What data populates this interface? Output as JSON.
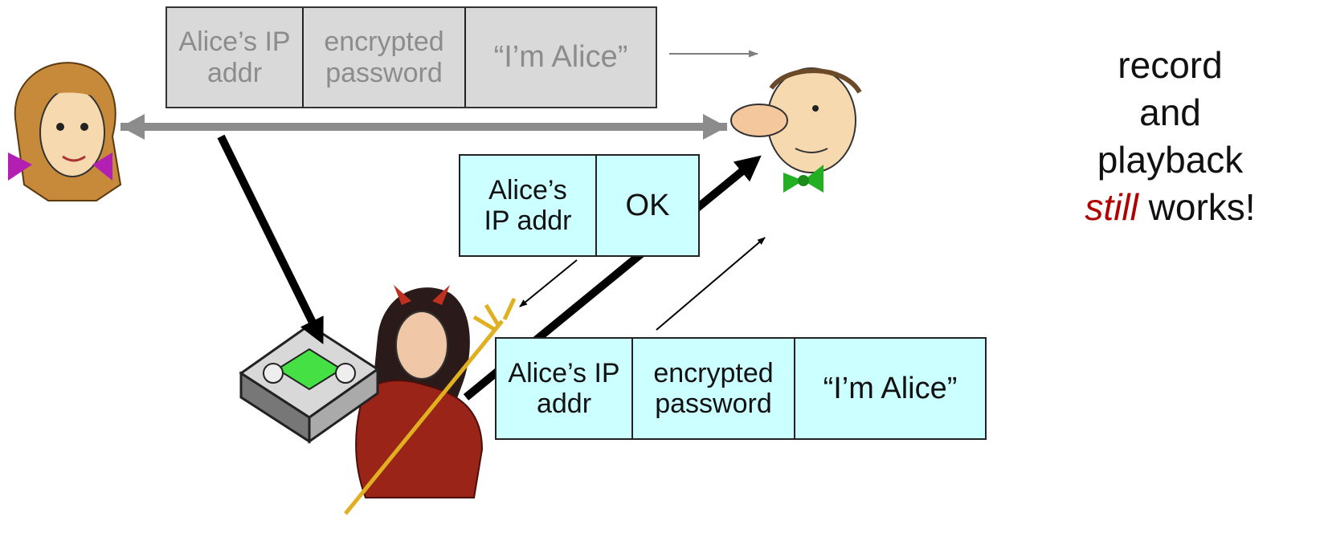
{
  "packets": {
    "original": {
      "ip": "Alice’s IP addr",
      "password": "encrypted password",
      "message": "“I’m Alice”"
    },
    "reply": {
      "ip": "Alice’s IP addr",
      "status": "OK"
    },
    "replayed": {
      "ip": "Alice’s IP addr",
      "password": "encrypted password",
      "message": "“I’m Alice”"
    }
  },
  "side_note": {
    "line1": "record",
    "line2": "and",
    "line3": "playback",
    "em_word": "still",
    "rest": " works!"
  },
  "colors": {
    "gray_packet_fill": "#d9d9d9",
    "cyan_packet_fill": "#ccffff",
    "emphasis_red": "#b00000",
    "link_gray": "#8c8c8c"
  },
  "icons": [
    "alice-icon",
    "bob-icon",
    "trudy-icon",
    "recorder-icon"
  ]
}
